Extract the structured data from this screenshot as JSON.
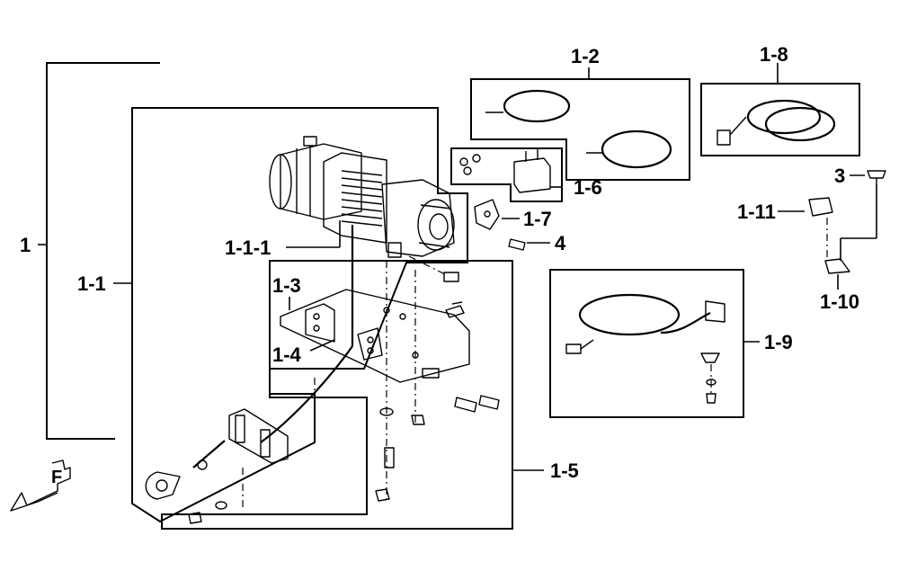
{
  "callouts": {
    "c1": "1",
    "c1_1": "1-1",
    "c1_1_1": "1-1-1",
    "c1_2": "1-2",
    "c1_3": "1-3",
    "c1_4": "1-4",
    "c1_5": "1-5",
    "c1_6": "1-6",
    "c1_7": "1-7",
    "c1_8": "1-8",
    "c1_9": "1-9",
    "c1_10": "1-10",
    "c1_11": "1-11",
    "c3": "3",
    "c4": "4"
  },
  "orientation_mark": "F"
}
